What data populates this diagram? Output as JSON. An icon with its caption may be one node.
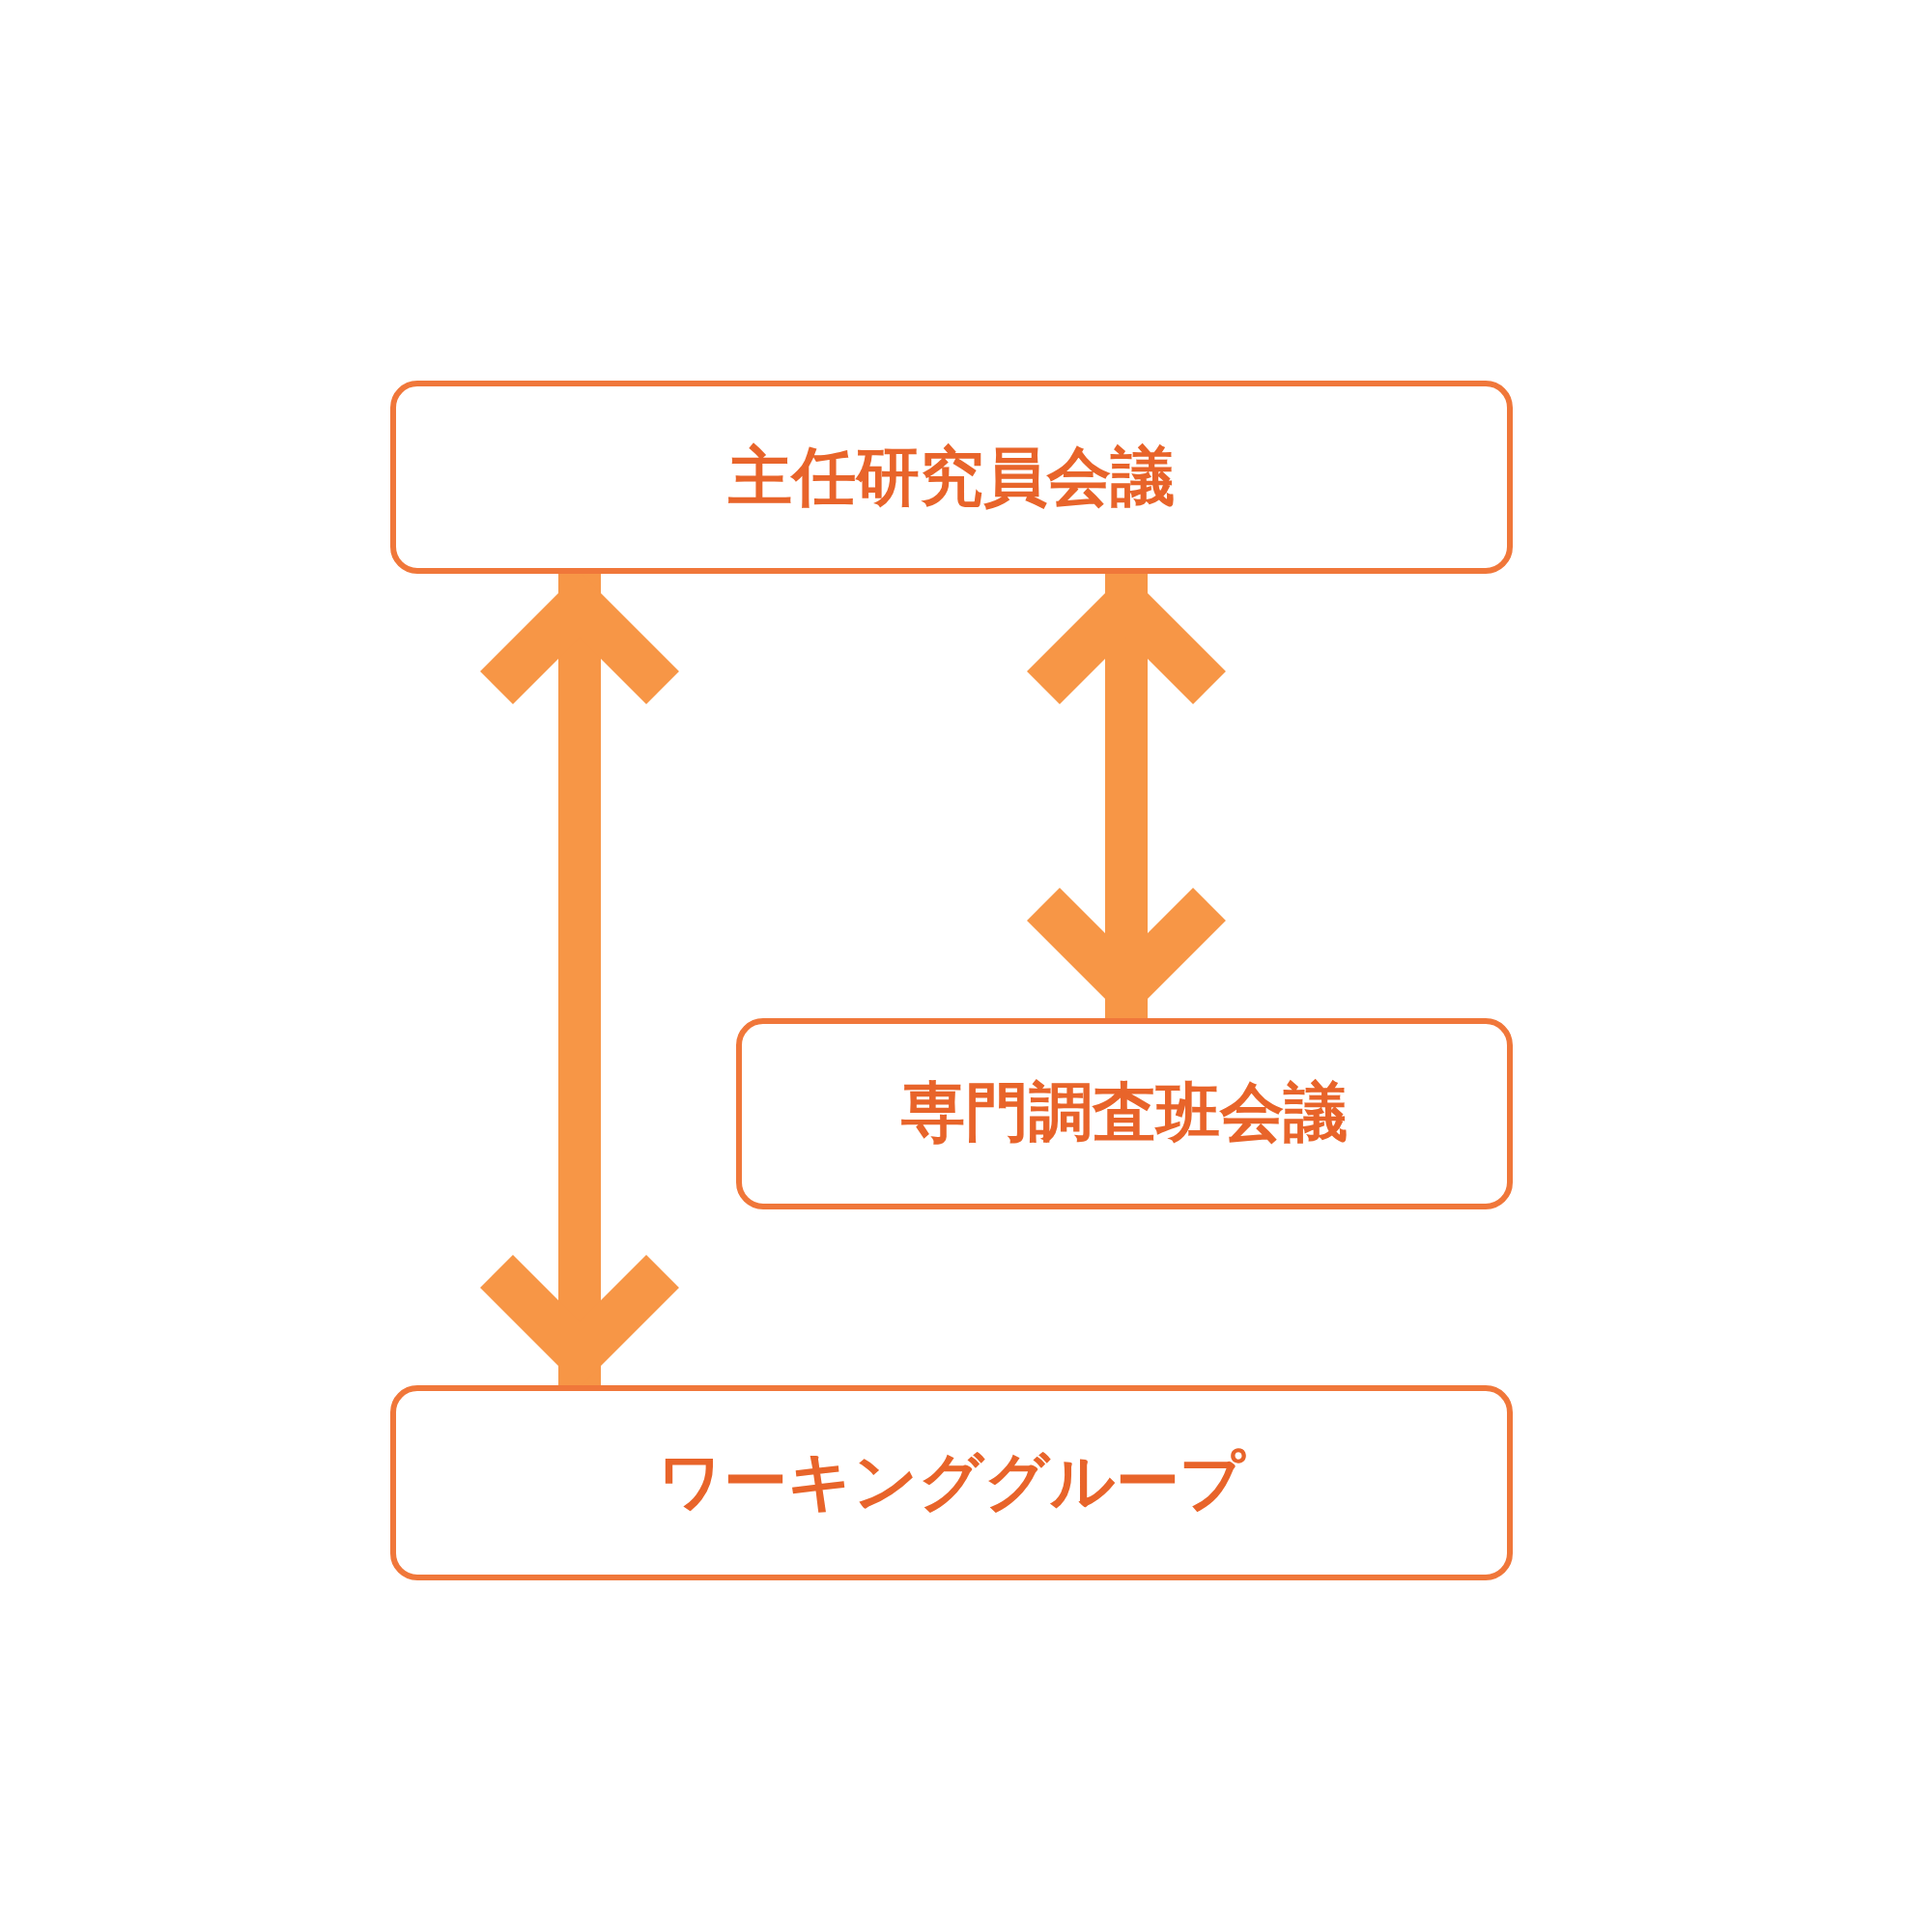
{
  "diagram": {
    "nodes": [
      {
        "text": [
          "主任研究員会議"
        ]
      },
      {
        "text": [
          "専門調査班会議"
        ]
      },
      {
        "text": [
          "ワーキンググループ"
        ]
      }
    ],
    "edges": [
      {
        "from": 0,
        "to": 1,
        "arrow": "both"
      },
      {
        "from": 0,
        "to": 2,
        "arrow": "both"
      }
    ]
  }
}
